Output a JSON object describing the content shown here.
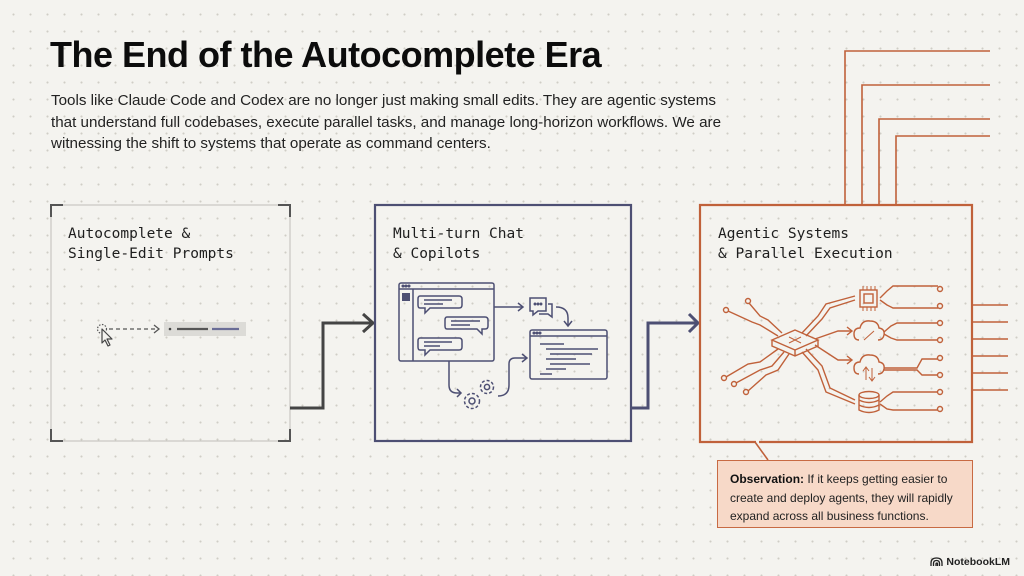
{
  "header": {
    "title": "The End of the Autocomplete Era",
    "subtitle": "Tools like Claude Code and Codex are no longer just making small edits. They are agentic systems that understand full codebases, execute parallel tasks, and manage long-horizon workflows. We are witnessing the shift to systems that operate as command centers."
  },
  "stages": [
    {
      "title": "Autocomplete &\nSingle-Edit Prompts",
      "icon": "cursor-autocomplete-icon",
      "color": "#5a5a5a"
    },
    {
      "title": "Multi-turn Chat\n& Copilots",
      "icon": "chat-window-icon",
      "color": "#4d4f73"
    },
    {
      "title": "Agentic Systems\n& Parallel Execution",
      "icon": "agent-router-icon",
      "color": "#c0613a"
    }
  ],
  "observation": {
    "label": "Observation:",
    "text": " If it keeps getting easier to create and deploy agents, they will rapidly expand across all business functions."
  },
  "branding": {
    "label": "NotebookLM"
  }
}
